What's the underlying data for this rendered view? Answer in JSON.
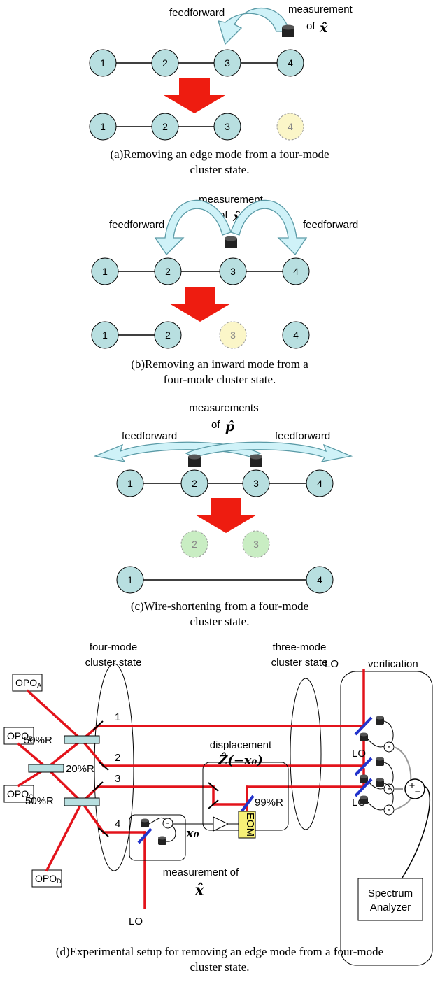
{
  "colors": {
    "node_fill": "#b8dfe0",
    "ghost_edge_fill": "#fbf6c8",
    "ghost_green_fill": "#c9edc3",
    "arrow_fill": "#cff2f8",
    "arrow_stroke": "#5a9aa6",
    "big_arrow": "#ee1c10",
    "beam": "#e3131b",
    "splitter": "#2233cc",
    "detector": "#222222",
    "eom": "#f7f077"
  },
  "panel_a": {
    "feedforward": "feedforward",
    "measurement": "measurement",
    "of": "of",
    "symbol": "𝒙̂",
    "nodes": [
      "1",
      "2",
      "3",
      "4"
    ],
    "after_nodes": [
      "1",
      "2",
      "3",
      "4"
    ],
    "caption_line1": "(a)Removing an edge mode from a four-mode",
    "caption_line2": "cluster state."
  },
  "panel_b": {
    "measurement": "measurement",
    "of": "of",
    "symbol": "𝒙̂",
    "feedforward_left": "feedforward",
    "feedforward_right": "feedforward",
    "nodes": [
      "1",
      "2",
      "3",
      "4"
    ],
    "after_nodes": [
      "1",
      "2",
      "3",
      "4"
    ],
    "caption_line1": "(b)Removing an inward mode from a",
    "caption_line2": "four-mode cluster state."
  },
  "panel_c": {
    "measurements": "measurements",
    "of": "of",
    "symbol": "𝒑̂",
    "feedforward_left": "feedforward",
    "feedforward_right": "feedforward",
    "nodes": [
      "1",
      "2",
      "3",
      "4"
    ],
    "ghost_nodes": [
      "2",
      "3"
    ],
    "final_nodes": [
      "1",
      "4"
    ],
    "caption_line1": "(c)Wire-shortening from a four-mode",
    "caption_line2": "cluster state."
  },
  "panel_d": {
    "four_mode_line1": "four-mode",
    "four_mode_line2": "cluster state",
    "three_mode_line1": "three-mode",
    "three_mode_line2": "cluster state",
    "lo": "LO",
    "verification": "verification",
    "opo_a": "OPO",
    "opo_a_sub": "A",
    "opo_b": "OPO",
    "opo_b_sub": "B",
    "opo_c": "OPO",
    "opo_c_sub": "C",
    "opo_d": "OPO",
    "opo_d_sub": "D",
    "bs_50_top": "50%R",
    "bs_20": "20%R",
    "bs_50_bottom": "50%R",
    "beam_labels": [
      "1",
      "2",
      "3",
      "4"
    ],
    "displacement": "displacement",
    "displacement_op": "Ẑ(−x₀)",
    "x0": "x₀",
    "bs_99": "99%R",
    "eom": "EOM",
    "measurement_of": "measurement of",
    "symbol": "𝒙̂",
    "minus": "-",
    "plus_minus_plus": "+",
    "plus_minus_minus": "−",
    "spectrum_line1": "Spectrum",
    "spectrum_line2": "Analyzer",
    "caption_line1": "(d)Experimental setup for removing an edge mode from a four-mode",
    "caption_line2": "cluster state."
  }
}
